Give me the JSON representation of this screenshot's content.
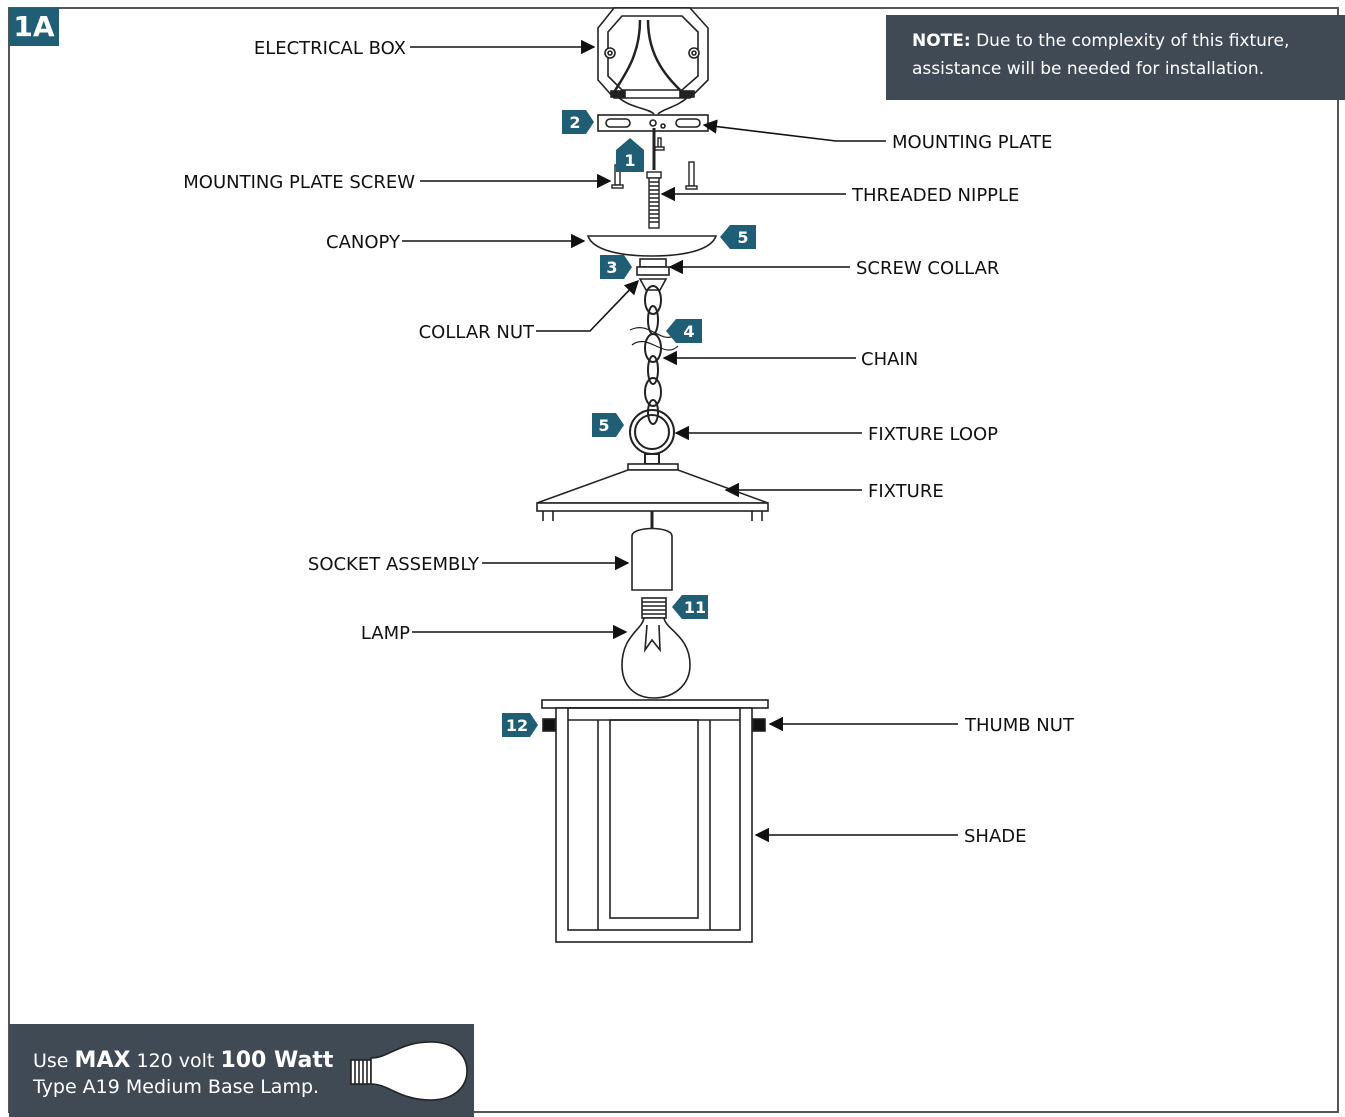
{
  "figure_id": "1A",
  "note": {
    "bold": "NOTE:",
    "text_line1": "Due to the complexity of this fixture,",
    "text_line2": "assistance will be needed for installation."
  },
  "lamp_spec": {
    "use": "Use",
    "max": "MAX",
    "volt": "120 volt",
    "watt": "100 Watt",
    "line2": "Type A19 Medium Base Lamp."
  },
  "labels": {
    "electrical_box": "ELECTRICAL BOX",
    "mounting_plate": "MOUNTING PLATE",
    "mounting_plate_screw": "MOUNTING PLATE SCREW",
    "threaded_nipple": "THREADED NIPPLE",
    "canopy": "CANOPY",
    "screw_collar": "SCREW COLLAR",
    "collar_nut": "COLLAR NUT",
    "chain": "CHAIN",
    "fixture_loop": "FIXTURE LOOP",
    "fixture": "FIXTURE",
    "socket_assembly": "SOCKET ASSEMBLY",
    "lamp": "LAMP",
    "thumb_nut": "THUMB NUT",
    "shade": "SHADE"
  },
  "steps": {
    "mounting_plate": "2",
    "nipple": "1",
    "canopy": "5",
    "collar": "3",
    "chain": "4",
    "loop": "5",
    "lamp": "11",
    "thumb_nut": "12"
  },
  "colors": {
    "badge": "#1f5e74",
    "panel": "#3f4a55",
    "frame": "#555555",
    "line": "#111111"
  }
}
